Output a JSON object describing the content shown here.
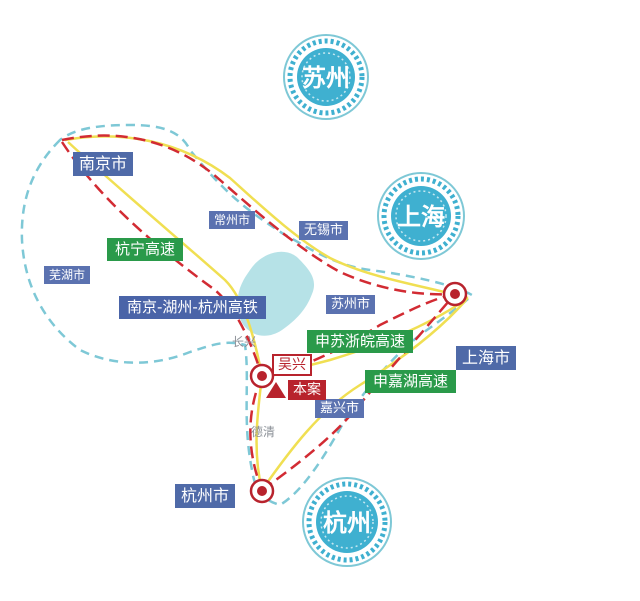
{
  "colors": {
    "yellow_route": "#f0df52",
    "red_route": "#d22b33",
    "cyan_dashed": "#7ec8d6",
    "lake": "#a9dde3",
    "badge": "#3fb0d0",
    "marker_red": "#b8232d"
  },
  "cities": {
    "nanjing": "南京市",
    "changzhou": "常州市",
    "wuxi": "无锡市",
    "wuhu": "芜湖市",
    "suzhou": "苏州市",
    "shanghai": "上海市",
    "jiaxing": "嘉兴市",
    "hangzhou": "杭州市",
    "wuxing": "吴兴"
  },
  "routes": {
    "hangning": "杭宁高速",
    "hsr": "南京-湖州-杭州高铁",
    "shensuzhewan": "申苏浙皖高速",
    "shenjiahu": "申嘉湖高速"
  },
  "project": "本案",
  "faint_labels": {
    "changxing": "长兴",
    "deqing": "德清"
  },
  "badges": {
    "suzhou": "苏州",
    "shanghai": "上海",
    "hangzhou": "杭州"
  },
  "icons": {
    "location": "location-ring-icon",
    "project": "triangle-marker-icon"
  }
}
